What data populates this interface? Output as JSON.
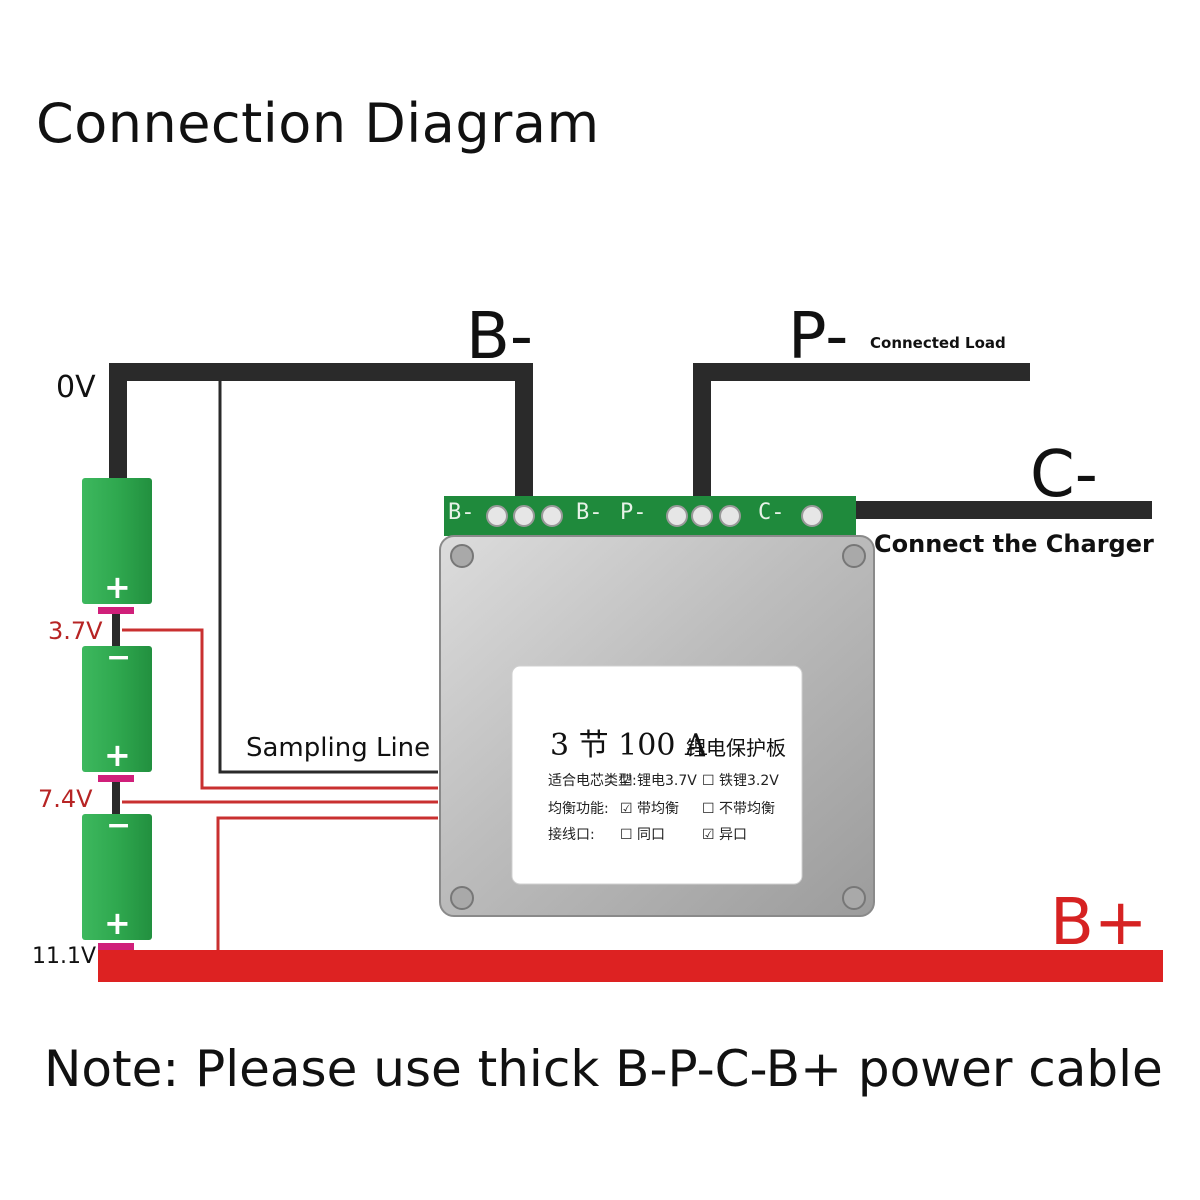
{
  "title": "Connection Diagram",
  "note": "Note: Please use thick B-P-C-B+ power cable",
  "terminals": {
    "b_minus": "B-",
    "p_minus": "P-",
    "c_minus": "C-",
    "b_plus": "B+"
  },
  "annotations": {
    "connected_load": "Connected Load",
    "connect_charger": "Connect the Charger",
    "sampling_line": "Sampling Line"
  },
  "voltages": [
    "0V",
    "3.7V",
    "7.4V",
    "11.1V"
  ],
  "cells": [
    {
      "plus": "+",
      "minus": ""
    },
    {
      "plus": "+",
      "minus": "−"
    },
    {
      "plus": "+",
      "minus": "−"
    }
  ],
  "board": {
    "pads": [
      "B-",
      "B-",
      "P-",
      "C-"
    ],
    "label_spec": "3 节 100 A",
    "label_title": "锂电保护板",
    "label_rows": [
      [
        "适合电芯类型:",
        "☑ 锂电3.7V",
        "☐ 铁锂3.2V"
      ],
      [
        "均衡功能:",
        "☑ 带均衡",
        "☐ 不带均衡"
      ],
      [
        "接线口:",
        "☐ 同口",
        "☑ 异口"
      ]
    ]
  },
  "colors": {
    "cable_black": "#2a2a2a",
    "cable_red": "#dd2222",
    "sense_red": "#c93030",
    "cell_green": "#2fa84f",
    "pcb_green": "#1f8a3c",
    "connector_magenta": "#d01f7a",
    "metal": "#c7c7c7"
  }
}
